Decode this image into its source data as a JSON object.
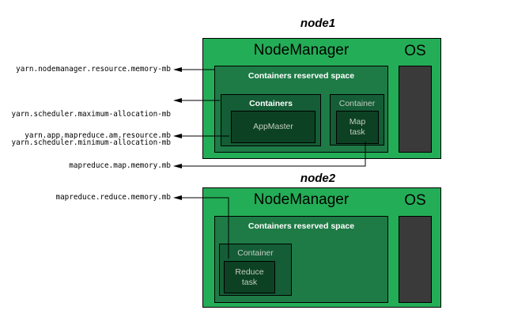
{
  "colors": {
    "page_bg": "#ffffff",
    "node_bg": "#24ad57",
    "reserved_bg": "#1e7b46",
    "container_bg": "#145d36",
    "task_bg": "#0d4123",
    "os_bg": "#3a3a3a",
    "border": "#000000",
    "dark_text": "#000000",
    "white_text": "#ffffff",
    "light_text": "#c2cec2"
  },
  "config_labels": {
    "nm_resource": "yarn.nodemanager.resource.memory-mb",
    "sched_max": "yarn.scheduler.maximum-allocation-mb",
    "sched_min": "yarn.scheduler.minimum-allocation-mb",
    "am_resource": "yarn.app.mapreduce.am.resource.mb",
    "map_memory": "mapreduce.map.memory.mb",
    "reduce_memory": "mapreduce.reduce.memory.mb"
  },
  "node1": {
    "title": "node1",
    "nodemanager_label": "NodeManager",
    "os_label": "OS",
    "reserved_label": "Containers reserved space",
    "containers_label": "Containers",
    "appmaster_label": "AppMaster",
    "container_label": "Container",
    "map_task_line1": "Map",
    "map_task_line2": "task"
  },
  "node2": {
    "title": "node2",
    "nodemanager_label": "NodeManager",
    "os_label": "OS",
    "reserved_label": "Containers reserved space",
    "container_label": "Container",
    "reduce_task_line1": "Reduce",
    "reduce_task_line2": "task"
  }
}
